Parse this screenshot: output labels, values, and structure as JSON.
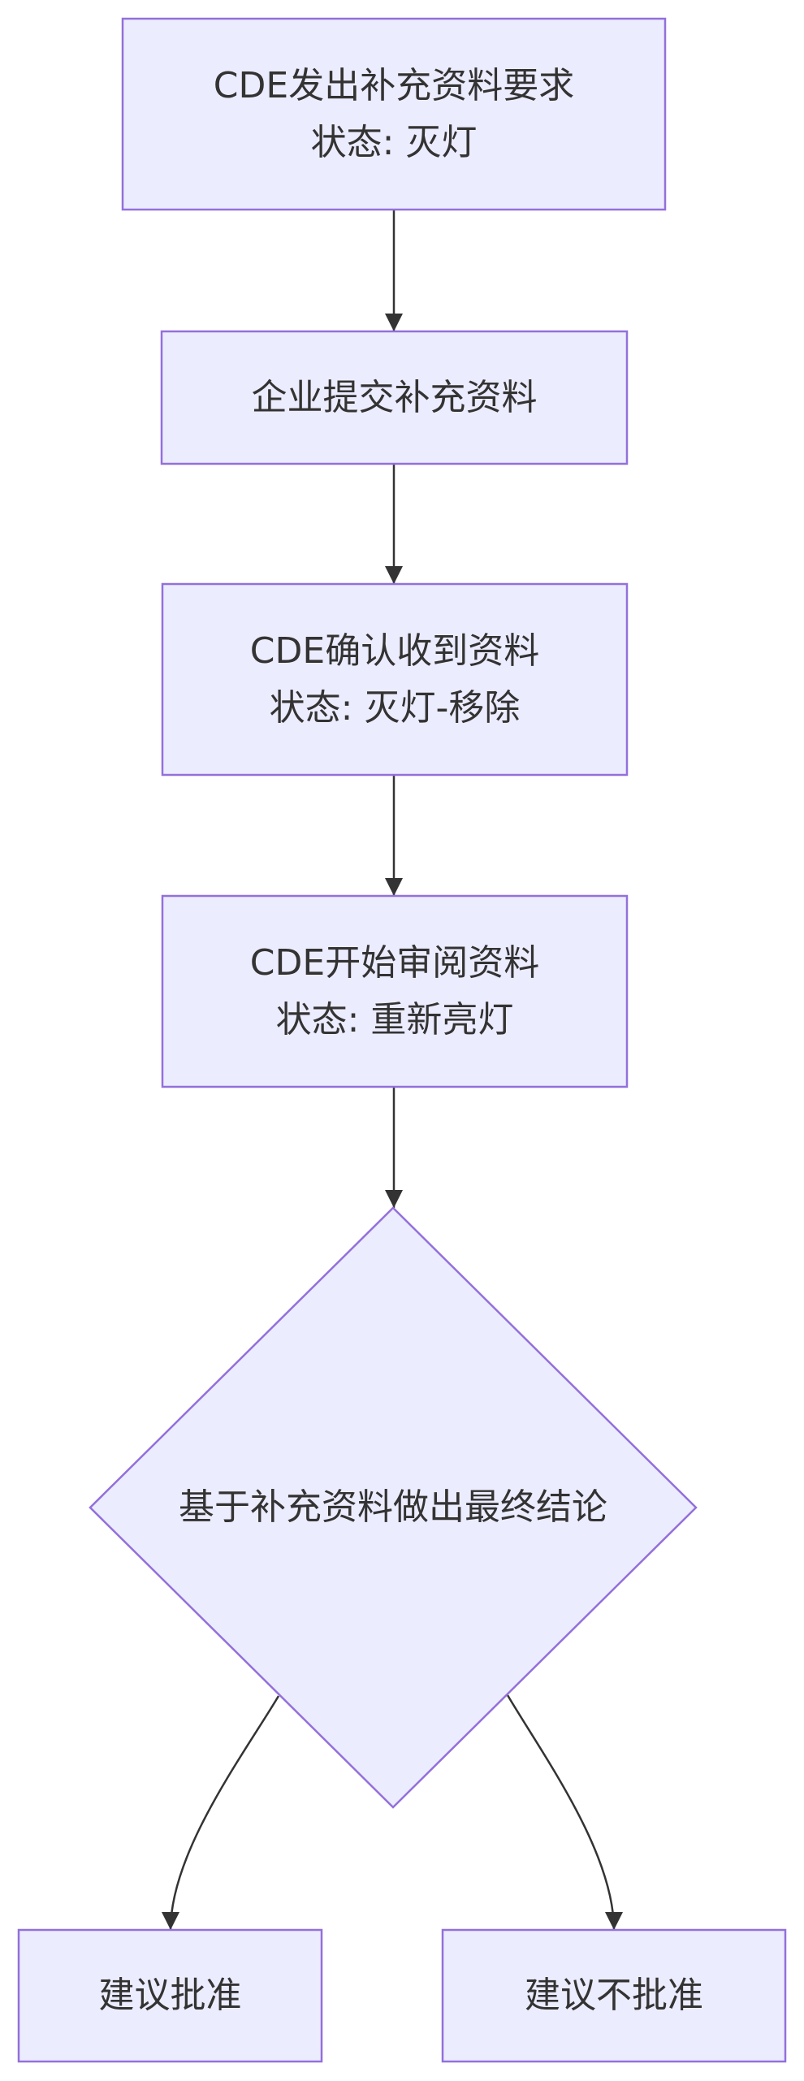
{
  "diagram": {
    "type": "flowchart",
    "direction": "top-down",
    "colors": {
      "node_fill": "#ECECFF",
      "node_stroke": "#9370DB",
      "edge": "#333333",
      "text": "#333333",
      "background": "#FFFFFF"
    },
    "nodes": [
      {
        "id": "n1",
        "shape": "rect",
        "lines": [
          "CDE发出补充资料要求",
          "状态: 灭灯"
        ]
      },
      {
        "id": "n2",
        "shape": "rect",
        "lines": [
          "企业提交补充资料"
        ]
      },
      {
        "id": "n3",
        "shape": "rect",
        "lines": [
          "CDE确认收到资料",
          "状态: 灭灯-移除"
        ]
      },
      {
        "id": "n4",
        "shape": "rect",
        "lines": [
          "CDE开始审阅资料",
          "状态: 重新亮灯"
        ]
      },
      {
        "id": "n5",
        "shape": "diamond",
        "lines": [
          "基于补充资料做出最终结论"
        ]
      },
      {
        "id": "n6",
        "shape": "rect",
        "lines": [
          "建议批准"
        ]
      },
      {
        "id": "n7",
        "shape": "rect",
        "lines": [
          "建议不批准"
        ]
      }
    ],
    "edges": [
      {
        "from": "n1",
        "to": "n2",
        "label": ""
      },
      {
        "from": "n2",
        "to": "n3",
        "label": ""
      },
      {
        "from": "n3",
        "to": "n4",
        "label": ""
      },
      {
        "from": "n4",
        "to": "n5",
        "label": ""
      },
      {
        "from": "n5",
        "to": "n6",
        "label": ""
      },
      {
        "from": "n5",
        "to": "n7",
        "label": ""
      }
    ]
  }
}
